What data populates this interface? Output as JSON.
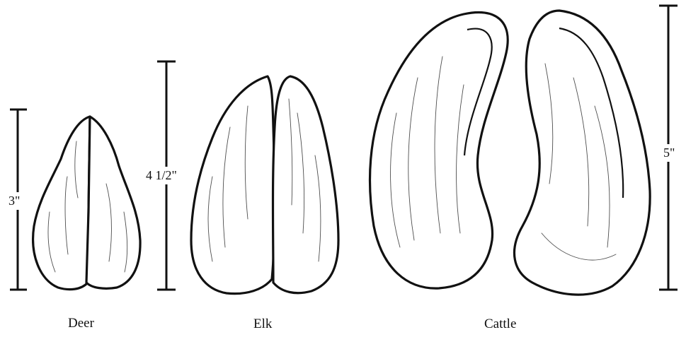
{
  "tracks": [
    {
      "id": "deer",
      "name": "Deer",
      "size": "3\""
    },
    {
      "id": "elk",
      "name": "Elk",
      "size": "4 1/2\""
    },
    {
      "id": "cattle",
      "name": "Cattle",
      "size": "5\""
    }
  ],
  "colors": {
    "ink": "#111111",
    "background": "#ffffff"
  }
}
